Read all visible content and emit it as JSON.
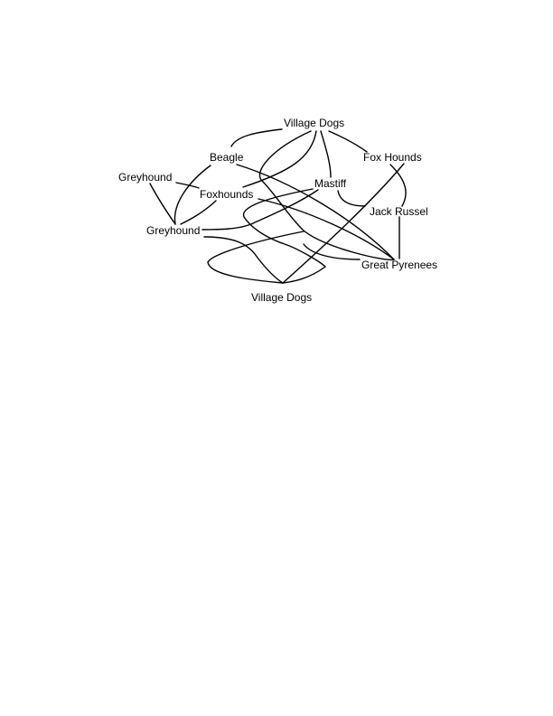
{
  "diagram": {
    "nodes": [
      {
        "id": "village-dogs-top",
        "label": "Village Dogs"
      },
      {
        "id": "beagle",
        "label": "Beagle"
      },
      {
        "id": "fox-hounds",
        "label": "Fox Hounds"
      },
      {
        "id": "greyhound-upper",
        "label": "Greyhound"
      },
      {
        "id": "mastiff",
        "label": "Mastiff"
      },
      {
        "id": "foxhounds",
        "label": "Foxhounds"
      },
      {
        "id": "jack-russel",
        "label": "Jack Russel"
      },
      {
        "id": "greyhound-lower",
        "label": "Greyhound"
      },
      {
        "id": "great-pyrenees",
        "label": "Great Pyrenees"
      },
      {
        "id": "village-dogs-bottom",
        "label": "Village Dogs"
      }
    ],
    "colors": {
      "background": "#ffffff",
      "ink": "#000000"
    }
  }
}
